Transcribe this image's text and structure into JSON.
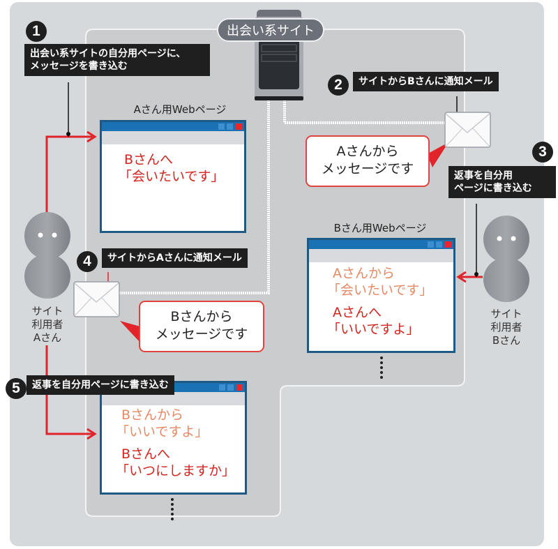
{
  "site": {
    "label": "出会い系サイト"
  },
  "steps": [
    {
      "num": "1",
      "label": "出会い系サイトの自分用ページに、\nメッセージを書き込む"
    },
    {
      "num": "2",
      "label": "サイトからBさんに通知メール"
    },
    {
      "num": "3",
      "label": "返事を自分用\nページに書き込む"
    },
    {
      "num": "4",
      "label": "サイトからAさんに通知メール"
    },
    {
      "num": "5",
      "label": "返事を自分用ページに書き込む"
    }
  ],
  "pages": {
    "a_page": {
      "caption": "Aさん用Webページ",
      "messages": [
        {
          "line1": "Bさんへ",
          "line2": "「会いたいです」",
          "tone": "dark"
        }
      ]
    },
    "b_page": {
      "caption": "Bさん用Webページ",
      "messages": [
        {
          "line1": "Aさんから",
          "line2": "「会いたいです」",
          "tone": "light"
        },
        {
          "line1": "Aさんへ",
          "line2": "「いいですよ」",
          "tone": "dark"
        }
      ]
    },
    "a_page_reply": {
      "messages": [
        {
          "line1": "Bさんから",
          "line2": "「いいですよ」",
          "tone": "light"
        },
        {
          "line1": "Bさんへ",
          "line2": "「いつにしますか」",
          "tone": "dark"
        }
      ]
    }
  },
  "bubbles": {
    "to_b": {
      "line1": "Aさんから",
      "line2": "メッセージです"
    },
    "to_a": {
      "line1": "Bさんから",
      "line2": "メッセージです"
    }
  },
  "users": {
    "a": {
      "label": "サイト\n利用者\nAさん"
    },
    "b": {
      "label": "サイト\n利用者\nBさん"
    }
  },
  "icons": {
    "server": "server-icon",
    "mail": "envelope-icon",
    "person": "person-icon"
  },
  "colors": {
    "accent_red": "#e0242a",
    "window_blue": "#1a72b4",
    "label_black": "#1f1f1f",
    "background": "#d6d9dc",
    "site_area": "#cbcccd"
  }
}
